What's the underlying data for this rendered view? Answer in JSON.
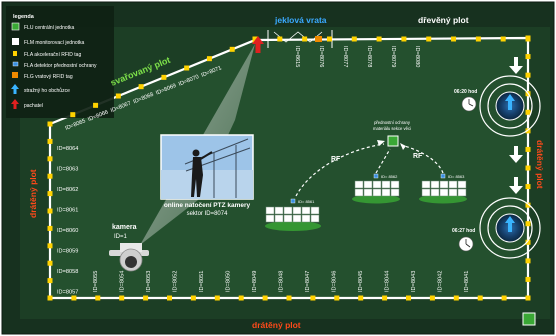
{
  "legend": {
    "title": "legenda",
    "items": [
      {
        "label": "FLU centrální jednotka",
        "icon": "flu-central-unit-icon",
        "color": "#3aa835"
      },
      {
        "label": "FLM monitorovací jednotka",
        "icon": "flm-monitoring-unit-icon",
        "color": "#ffffff"
      },
      {
        "label": "FLA akcelerační RFID tag",
        "icon": "fla-accel-tag-icon",
        "color": "#ffd200"
      },
      {
        "label": "FLA detektor přednostní ochrany",
        "icon": "fla-detector-icon",
        "color": "#3a8fe0"
      },
      {
        "label": "FLG vratový RFID tag",
        "icon": "flg-gate-tag-icon",
        "color": "#f08a00"
      },
      {
        "label": "stražný ho obchůzce",
        "icon": "guard-icon",
        "color": "#39b4ff"
      },
      {
        "label": "pachatel",
        "icon": "intruder-icon",
        "color": "#e02020"
      }
    ]
  },
  "fence_labels": {
    "welded": "svařovaný plot",
    "gate": "jeklová vrata",
    "wooden": "dřevěný plot",
    "wire_left": "drátěný plot",
    "wire_right": "drátěný plot",
    "wire_bottom": "drátěný plot"
  },
  "sensors": {
    "diagonal": [
      "ID=8071",
      "ID=8070",
      "ID=8069",
      "ID=8068",
      "ID=8067",
      "ID=8066",
      "ID=8065"
    ],
    "left": [
      "ID=8064",
      "ID=8063",
      "ID=8062",
      "ID=8061",
      "ID=8060",
      "ID=8059",
      "ID=8058",
      "ID=8057"
    ],
    "top": [
      "ID=8615",
      "ID=8076",
      "ID=8077",
      "ID=8078",
      "ID=8079",
      "ID=8080"
    ],
    "bottom": [
      "ID=8055",
      "ID=8054",
      "ID=8053",
      "ID=8052",
      "ID=8051",
      "ID=8050",
      "ID=8049",
      "ID=8048",
      "ID=8047",
      "ID=8046",
      "ID=8045",
      "ID=8044",
      "ID=8043",
      "ID=8042",
      "ID=8041"
    ]
  },
  "camera": {
    "label": "kamera",
    "id": "ID=1",
    "caption_line1": "online natočení PTZ kamery",
    "caption_line2": "sektor ID=8074"
  },
  "rf": {
    "left": "RF",
    "right": "RF",
    "target_line1": "přednostní ochrany",
    "target_line2": "materiálu sekce věci",
    "units": [
      "ID= 8561",
      "ID= 8562",
      "ID= 8563"
    ]
  },
  "times": {
    "top": "06:20 hod",
    "bottom": "06:27 hod"
  }
}
